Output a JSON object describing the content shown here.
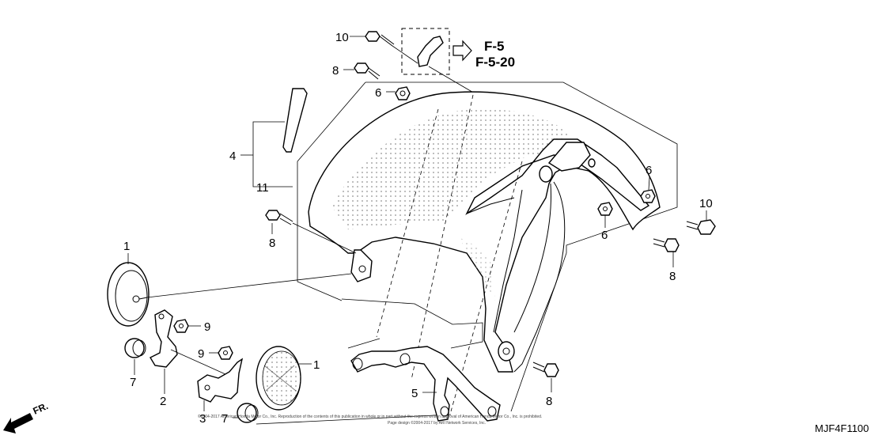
{
  "callouts": {
    "c10a": "10",
    "c8a": "8",
    "c6a": "6",
    "c4": "4",
    "c11": "11",
    "c8b": "8",
    "c6b": "6",
    "c6c": "6",
    "c10b": "10",
    "c8c": "8",
    "c1a": "1",
    "c9a": "9",
    "c9b": "9",
    "c1b": "1",
    "c7a": "7",
    "c2": "2",
    "c3": "3",
    "c7b": "7",
    "c5": "5",
    "c8d": "8"
  },
  "reference": {
    "line1": "F-5",
    "line2": "F-5-20"
  },
  "direction_label": "FR.",
  "diagram_code": "MJF4F1100",
  "copyright": {
    "line1": "©2004-2017 American Honda Motor Co., Inc. Reproduction of the contents of this publication in whole or in part without the express written approval of American Honda Motor Co., Inc. is prohibited.",
    "line2": "Page design ©2004-2017 by ARI Network Services, Inc."
  }
}
